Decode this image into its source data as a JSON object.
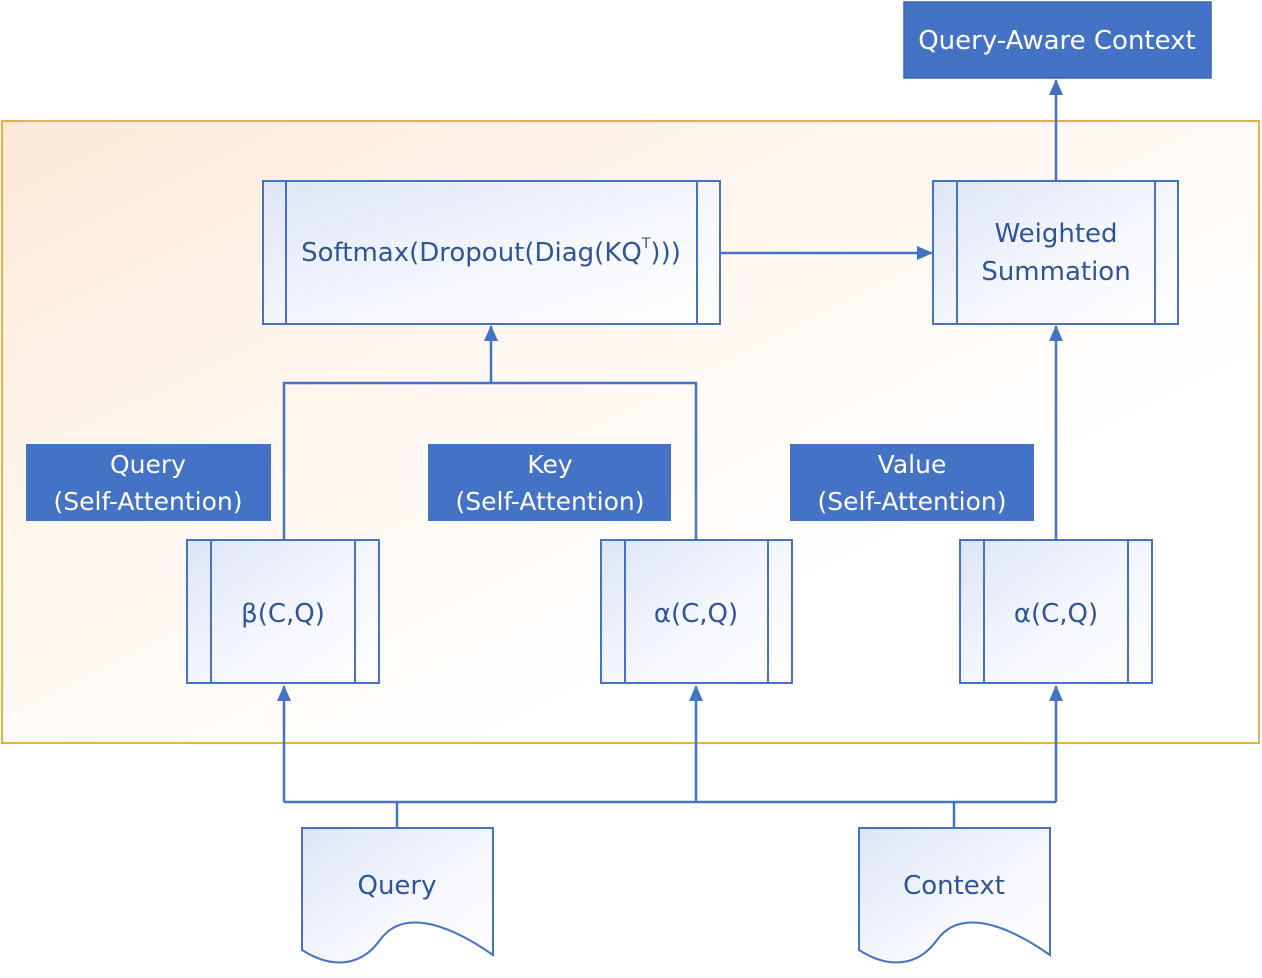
{
  "diagram": {
    "colors": {
      "accent": "#4472c4",
      "text": "#2f5597",
      "frame": "#f0b84a",
      "label_fill": "#4472c4",
      "label_text": "#ffffff"
    },
    "output": {
      "label": "Query-Aware Context"
    },
    "softmax": {
      "label": "Softmax(Dropout(Diag(KQ",
      "superscript": "T",
      "suffix": ")))"
    },
    "weighted": {
      "line1": "Weighted",
      "line2": "Summation"
    },
    "labels": {
      "query": {
        "line1": "Query",
        "line2": "(Self-Attention)"
      },
      "key": {
        "line1": "Key",
        "line2": "(Self-Attention)"
      },
      "value": {
        "line1": "Value",
        "line2": "(Self-Attention)"
      }
    },
    "nodes": {
      "beta": "β(C,Q)",
      "alpha_key": "α(C,Q)",
      "alpha_value": "α(C,Q)"
    },
    "inputs": {
      "query": "Query",
      "context": "Context"
    }
  }
}
